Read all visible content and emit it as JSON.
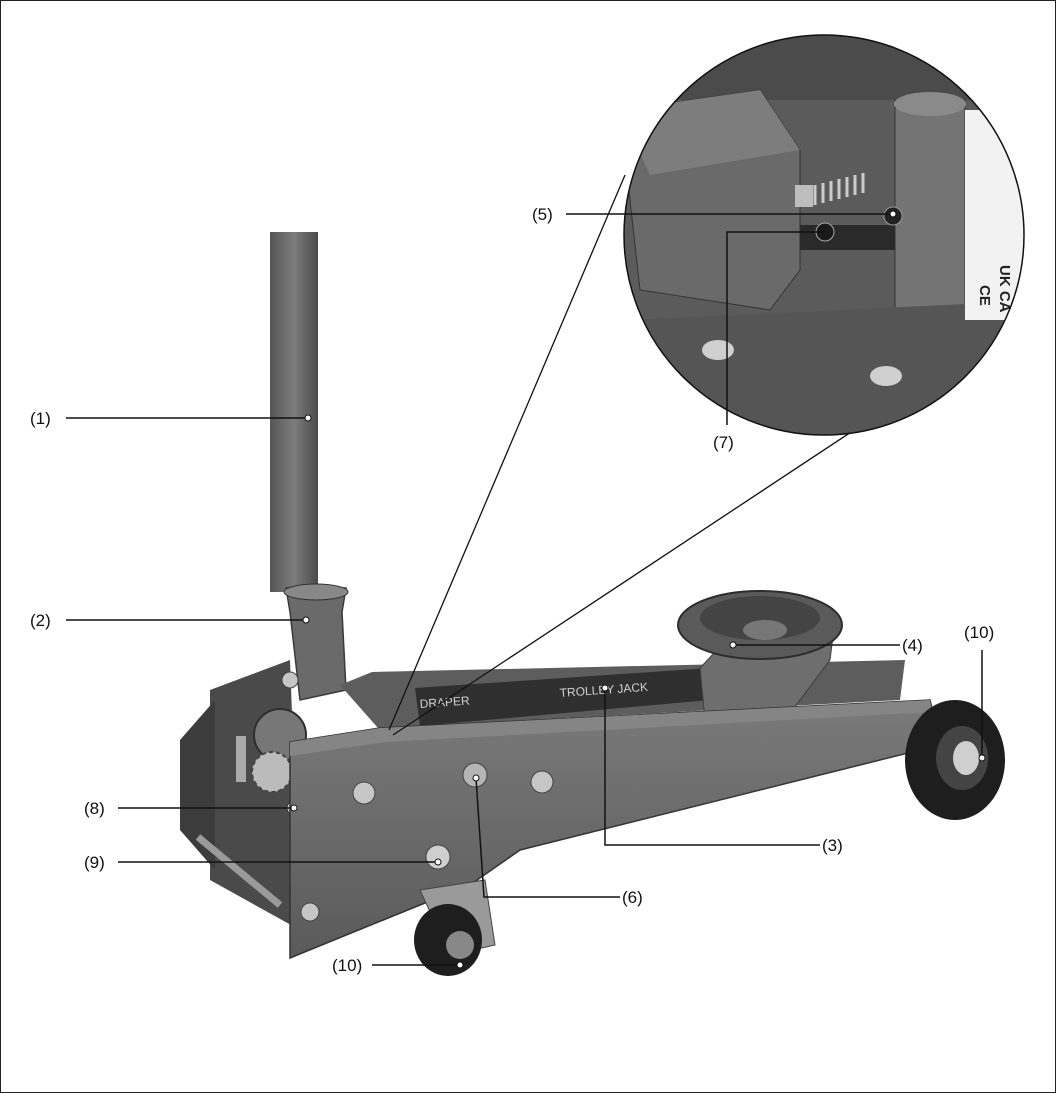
{
  "colors": {
    "background": "#ffffff",
    "frame": "#222222",
    "jack_body": "#6b6b6b",
    "jack_dark": "#3a3a3a",
    "jack_light": "#8a8a8a",
    "metal": "#c8c8c8",
    "leader_line": "#111111"
  },
  "callouts": {
    "c1": "(1)",
    "c2": "(2)",
    "c3": "(3)",
    "c4": "(4)",
    "c5": "(5)",
    "c6": "(6)",
    "c7": "(7)",
    "c8": "(8)",
    "c9": "(9)",
    "c10_front": "(10)",
    "c10_rear": "(10)"
  },
  "label_text": {
    "brand": "DRAPER",
    "product": "TROLLEY JACK",
    "certification_uk": "UK CA",
    "certification_ce": "CE"
  }
}
